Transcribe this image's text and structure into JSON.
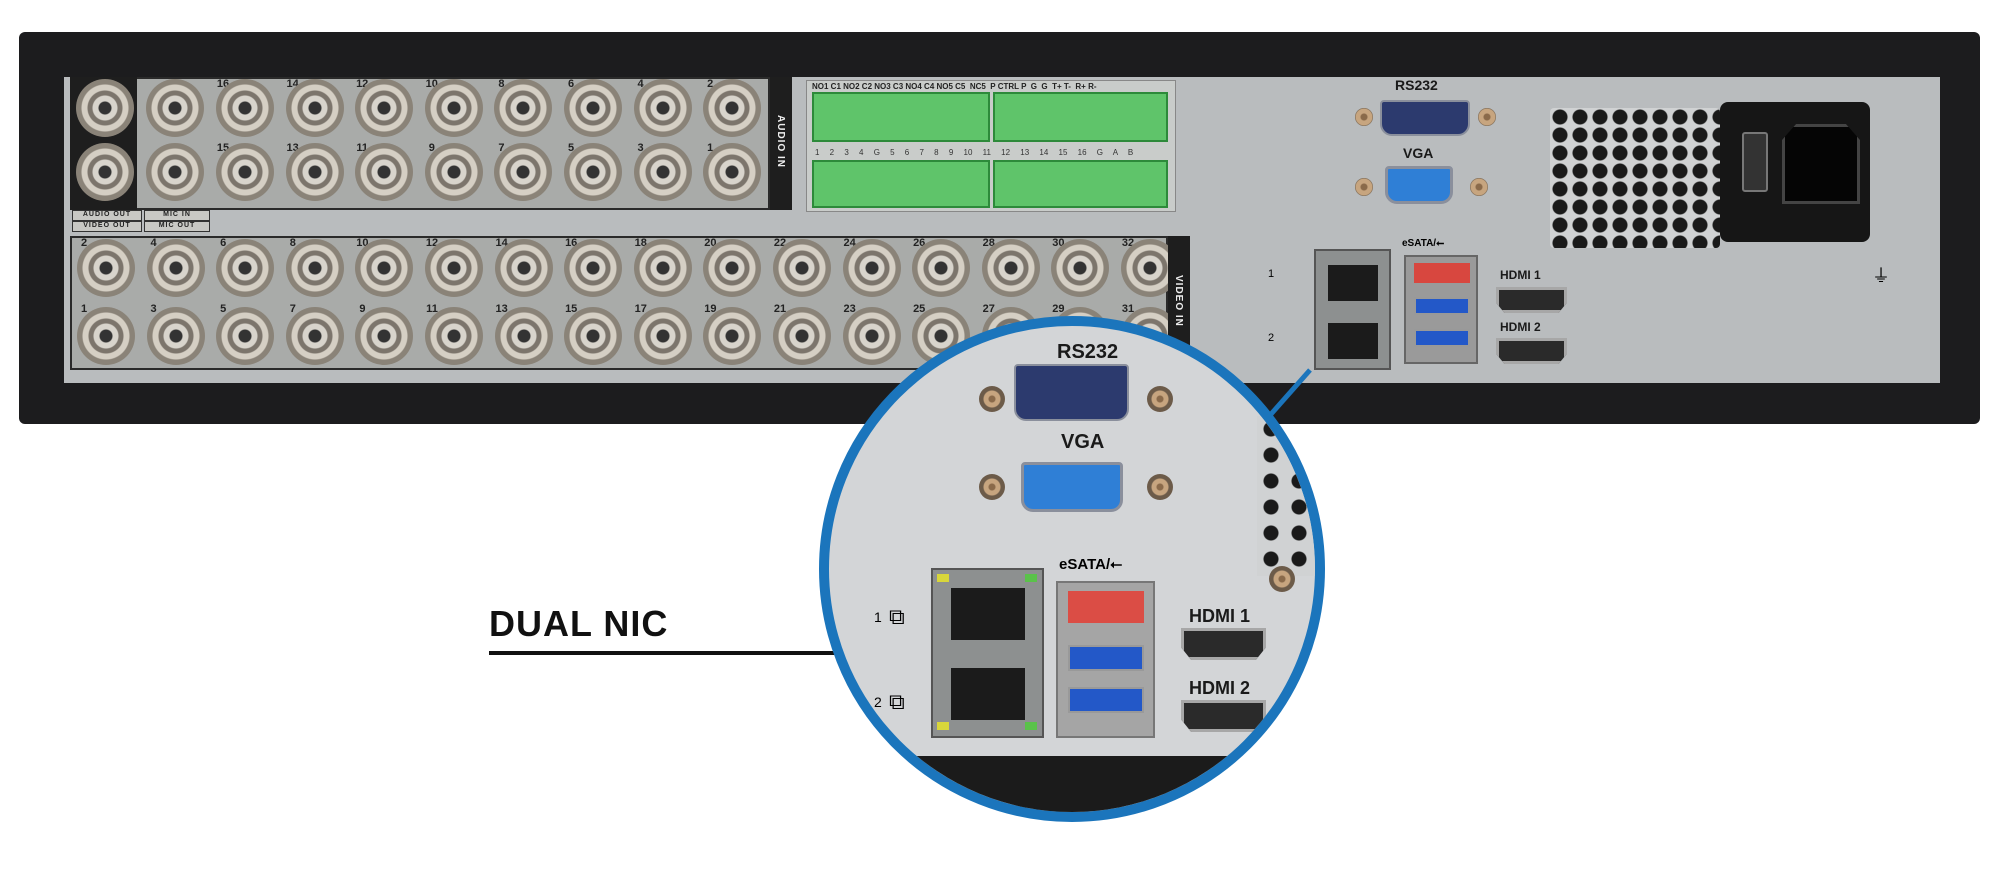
{
  "panel": {
    "audio_out_label": "AUDIO OUT",
    "video_out_label": "VIDEO OUT",
    "mic_in_label": "MIC IN",
    "mic_out_label": "MIC OUT",
    "audio_in_label": "AUDIO IN",
    "video_in_label": "VIDEO IN",
    "audio_in_top": [
      "16",
      "14",
      "12",
      "10",
      "8",
      "6",
      "4",
      "2"
    ],
    "audio_in_bottom": [
      "15",
      "13",
      "11",
      "9",
      "7",
      "5",
      "3",
      "1"
    ],
    "video_in_top": [
      "2",
      "4",
      "6",
      "8",
      "10",
      "12",
      "14",
      "16",
      "18",
      "20",
      "22",
      "24",
      "26",
      "28",
      "30",
      "32"
    ],
    "video_in_bottom": [
      "1",
      "3",
      "5",
      "7",
      "9",
      "11",
      "13",
      "15",
      "17",
      "19",
      "21",
      "23",
      "25",
      "27",
      "29",
      "31"
    ],
    "terminal_top_labels": "NO1 C1 NO2 C2 NO3 C3 NO4 C4 NO5 C5  NC5  P CTRL P  G  G  T+ T-  R+ R-",
    "terminal_bottom_labels": "1 2 3 4 G 5 6 7 8 9 10 11 12 13 14 15 16 G A B",
    "rs232_label": "RS232",
    "vga_label": "VGA",
    "esata_label": "eSATA/⭠",
    "hdmi1_label": "HDMI 1",
    "hdmi2_label": "HDMI 2",
    "nic1_label": "1",
    "nic2_label": "2",
    "ground_symbol": "⏚"
  },
  "callout": {
    "title": "DUAL NIC",
    "rs232_label": "RS232",
    "vga_label": "VGA",
    "esata_label": "eSATA/⭠",
    "hdmi1_label": "HDMI 1",
    "hdmi2_label": "HDMI 2",
    "nic1_label": "1",
    "nic2_label": "2",
    "network_icon": "⧉",
    "accent_color": "#1b75bc"
  }
}
